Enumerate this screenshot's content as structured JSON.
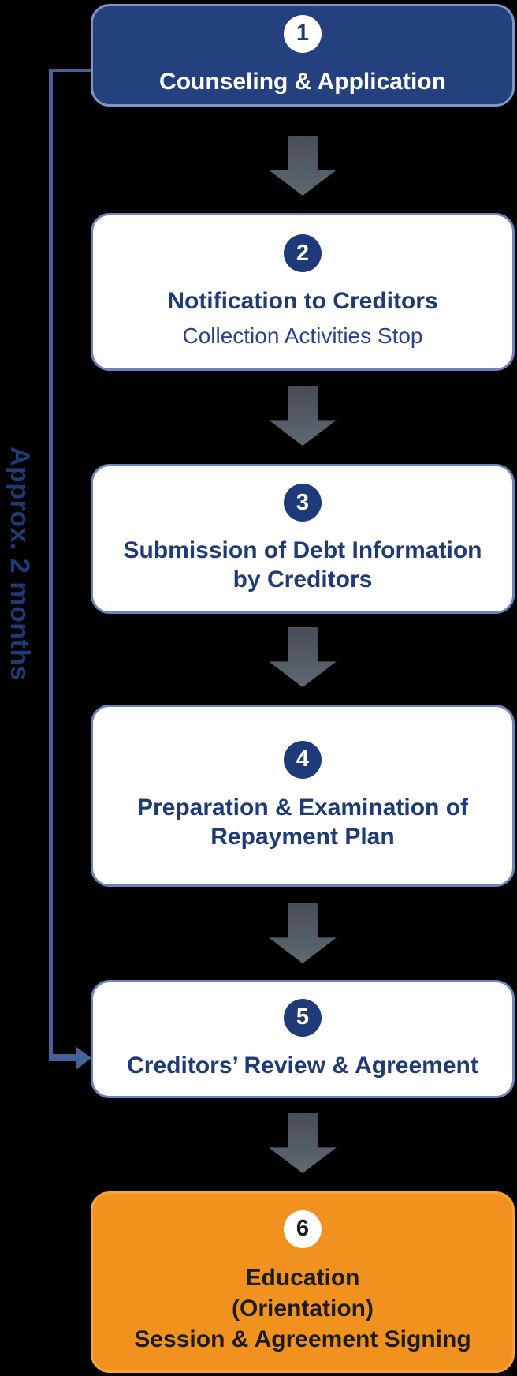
{
  "diagram": {
    "timeline": {
      "label": "Approx. 2 months"
    },
    "steps": [
      {
        "number": "1",
        "title": "Counseling & Application"
      },
      {
        "number": "2",
        "title": "Notification to Creditors",
        "subtitle": "Collection Activities Stop"
      },
      {
        "number": "3",
        "lines": [
          "Submission of Debt Information",
          "by Creditors"
        ]
      },
      {
        "number": "4",
        "lines": [
          "Preparation & Examination of",
          "Repayment Plan"
        ]
      },
      {
        "number": "5",
        "title": "Creditors’ Review & Agreement"
      },
      {
        "number": "6",
        "lines": [
          "Education",
          "(Orientation)",
          "Session & Agreement Signing"
        ]
      }
    ],
    "colors": {
      "background": "#000000",
      "primary_box_fill": "#24407E",
      "primary_box_border": "#8194C6",
      "light_box_border": "#6D84BB",
      "accent_box_fill": "#F2921E",
      "navy_text": "#1F3B77",
      "subtitle_text": "#27438A",
      "dark_text": "#1C1C1C",
      "badge_navy": "#1E3A78",
      "arrow_gray": "#545B65",
      "bracket_blue": "#44619B"
    }
  }
}
